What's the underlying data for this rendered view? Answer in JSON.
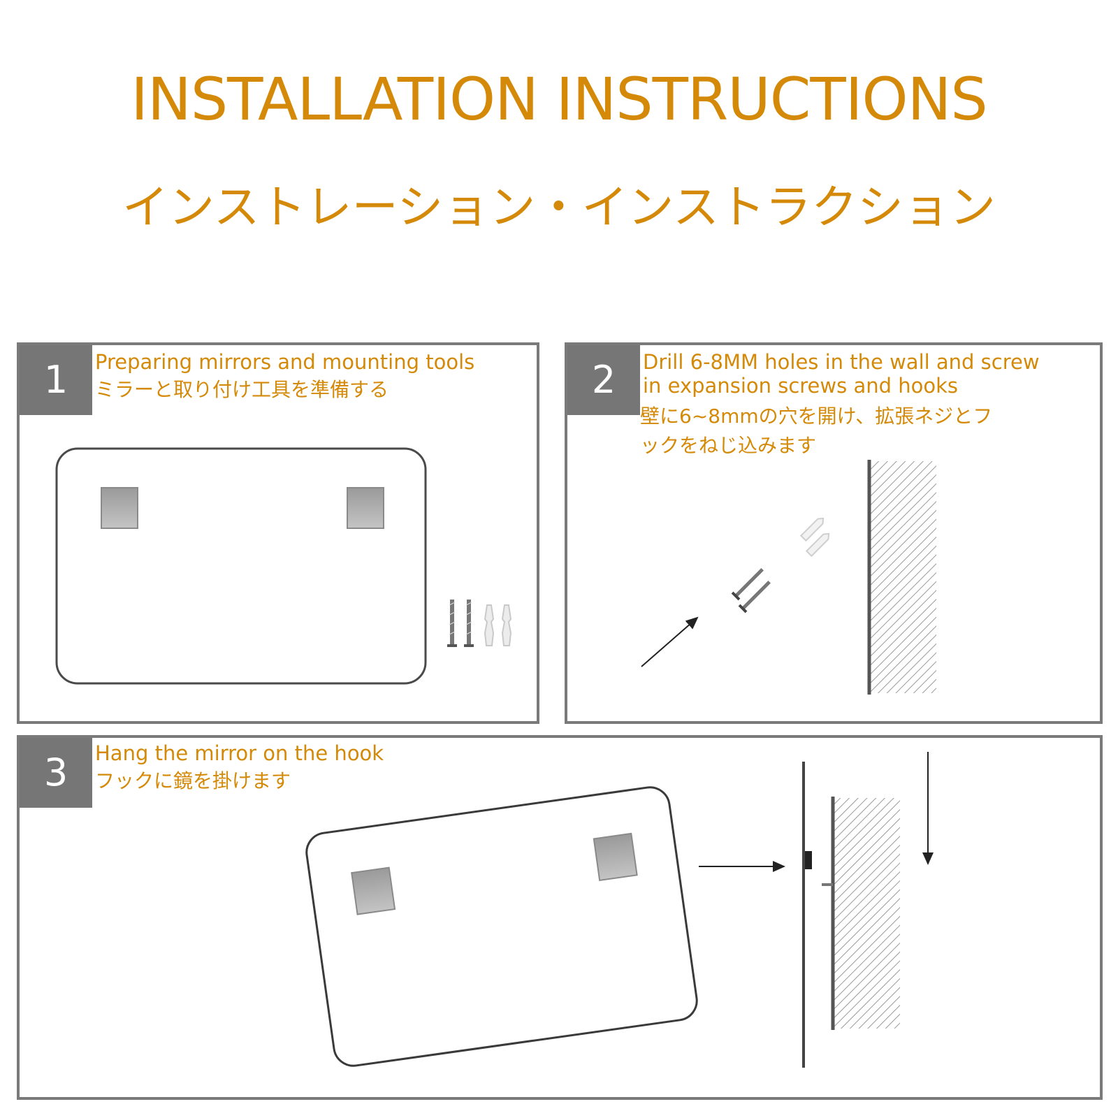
{
  "title_en": "INSTALLATION INSTRUCTIONS",
  "title_ja": "インストレーション・インストラクション",
  "accent_color": "#d48a08",
  "steps": [
    {
      "number": "1",
      "caption_en": "Preparing mirrors and mounting tools",
      "caption_ja": "ミラーと取り付け工具を準備する"
    },
    {
      "number": "2",
      "caption_en_line1": "Drill 6-8MM holes in the wall and screw",
      "caption_en_line2": "in expansion screws and hooks",
      "caption_ja_line1": "壁に6~8mmの穴を開け、拡張ネジとフ",
      "caption_ja_line2": "ックをねじ込みます"
    },
    {
      "number": "3",
      "caption_en": "Hang the mirror on the hook",
      "caption_ja": "フックに鏡を掛けます"
    }
  ],
  "icons": {
    "mirror": "mirror-icon",
    "hook": "hook-icon",
    "screw": "screw-icon",
    "anchor": "expansion-anchor-icon",
    "wall": "wall-icon",
    "arrow": "arrow-icon"
  }
}
